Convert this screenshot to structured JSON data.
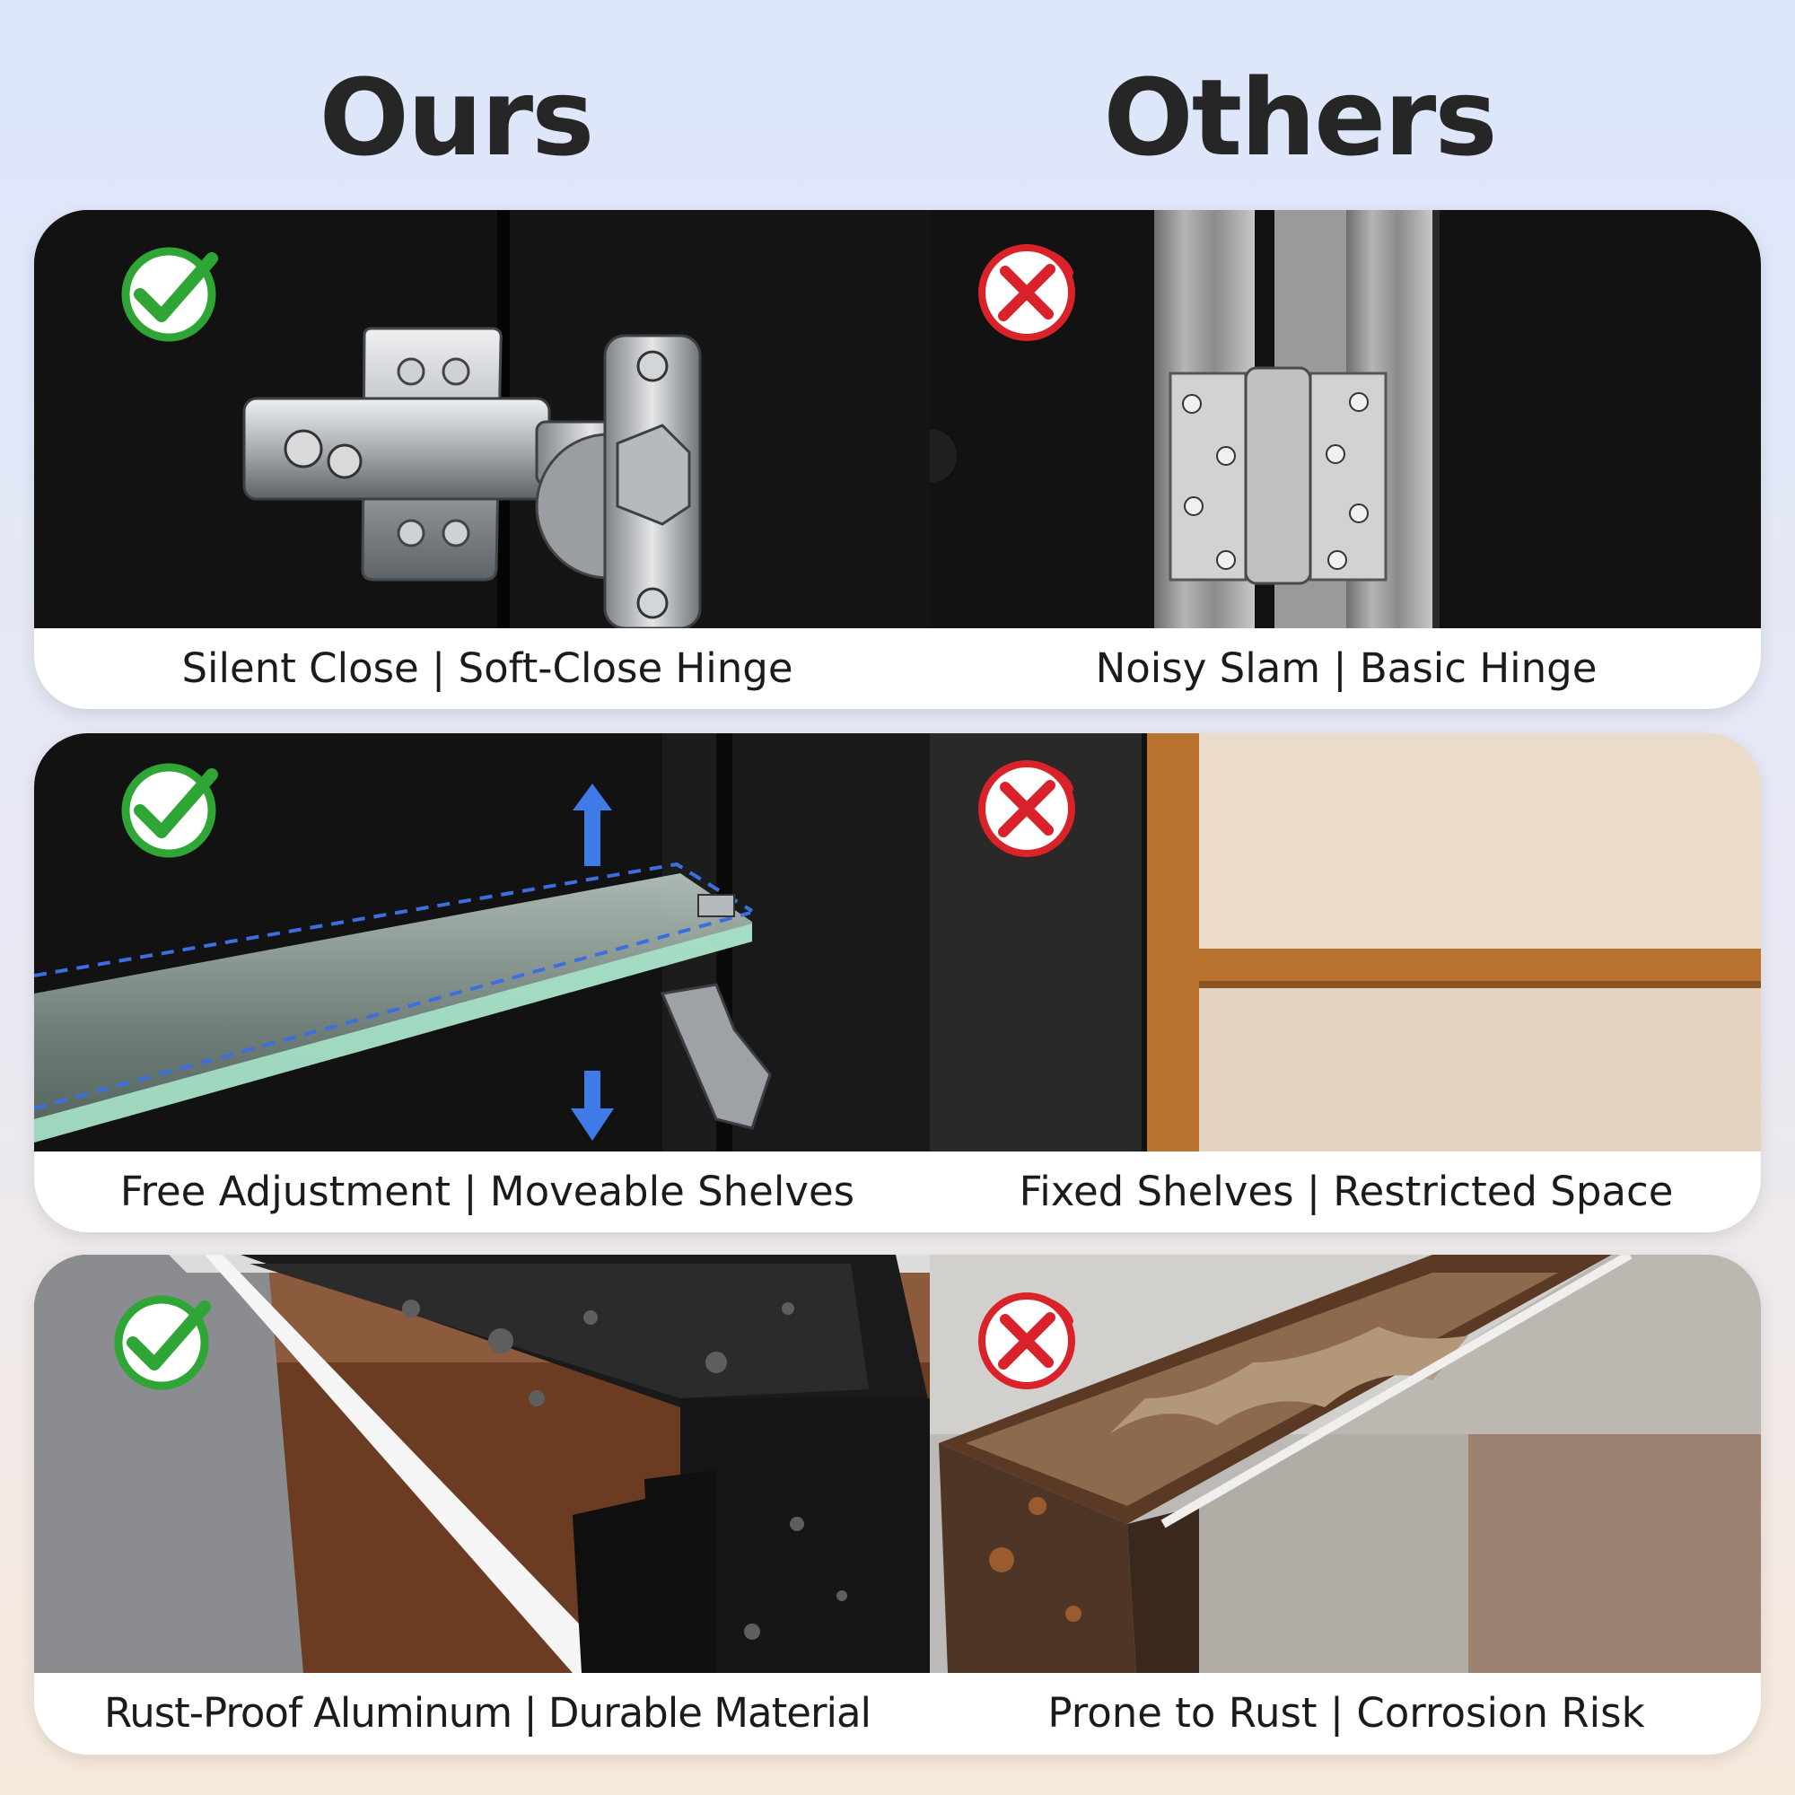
{
  "header": {
    "ours_title": "Ours",
    "others_title": "Others"
  },
  "rows": [
    {
      "ours_caption": "Silent Close | Soft-Close Hinge",
      "others_caption": "Noisy Slam | Basic Hinge",
      "ours_icon": "check-icon",
      "others_icon": "cross-icon"
    },
    {
      "ours_caption": "Free Adjustment | Moveable Shelves",
      "others_caption": "Fixed Shelves | Restricted Space",
      "ours_icon": "check-icon",
      "others_icon": "cross-icon"
    },
    {
      "ours_caption": "Rust-Proof Aluminum | Durable Material",
      "others_caption": "Prone to Rust | Corrosion Risk",
      "ours_icon": "check-icon",
      "others_icon": "cross-icon"
    }
  ],
  "colors": {
    "check_green": "#2fa535",
    "cross_red": "#d9222a",
    "title_text": "#262626",
    "arrow_blue": "#3f7be6"
  }
}
